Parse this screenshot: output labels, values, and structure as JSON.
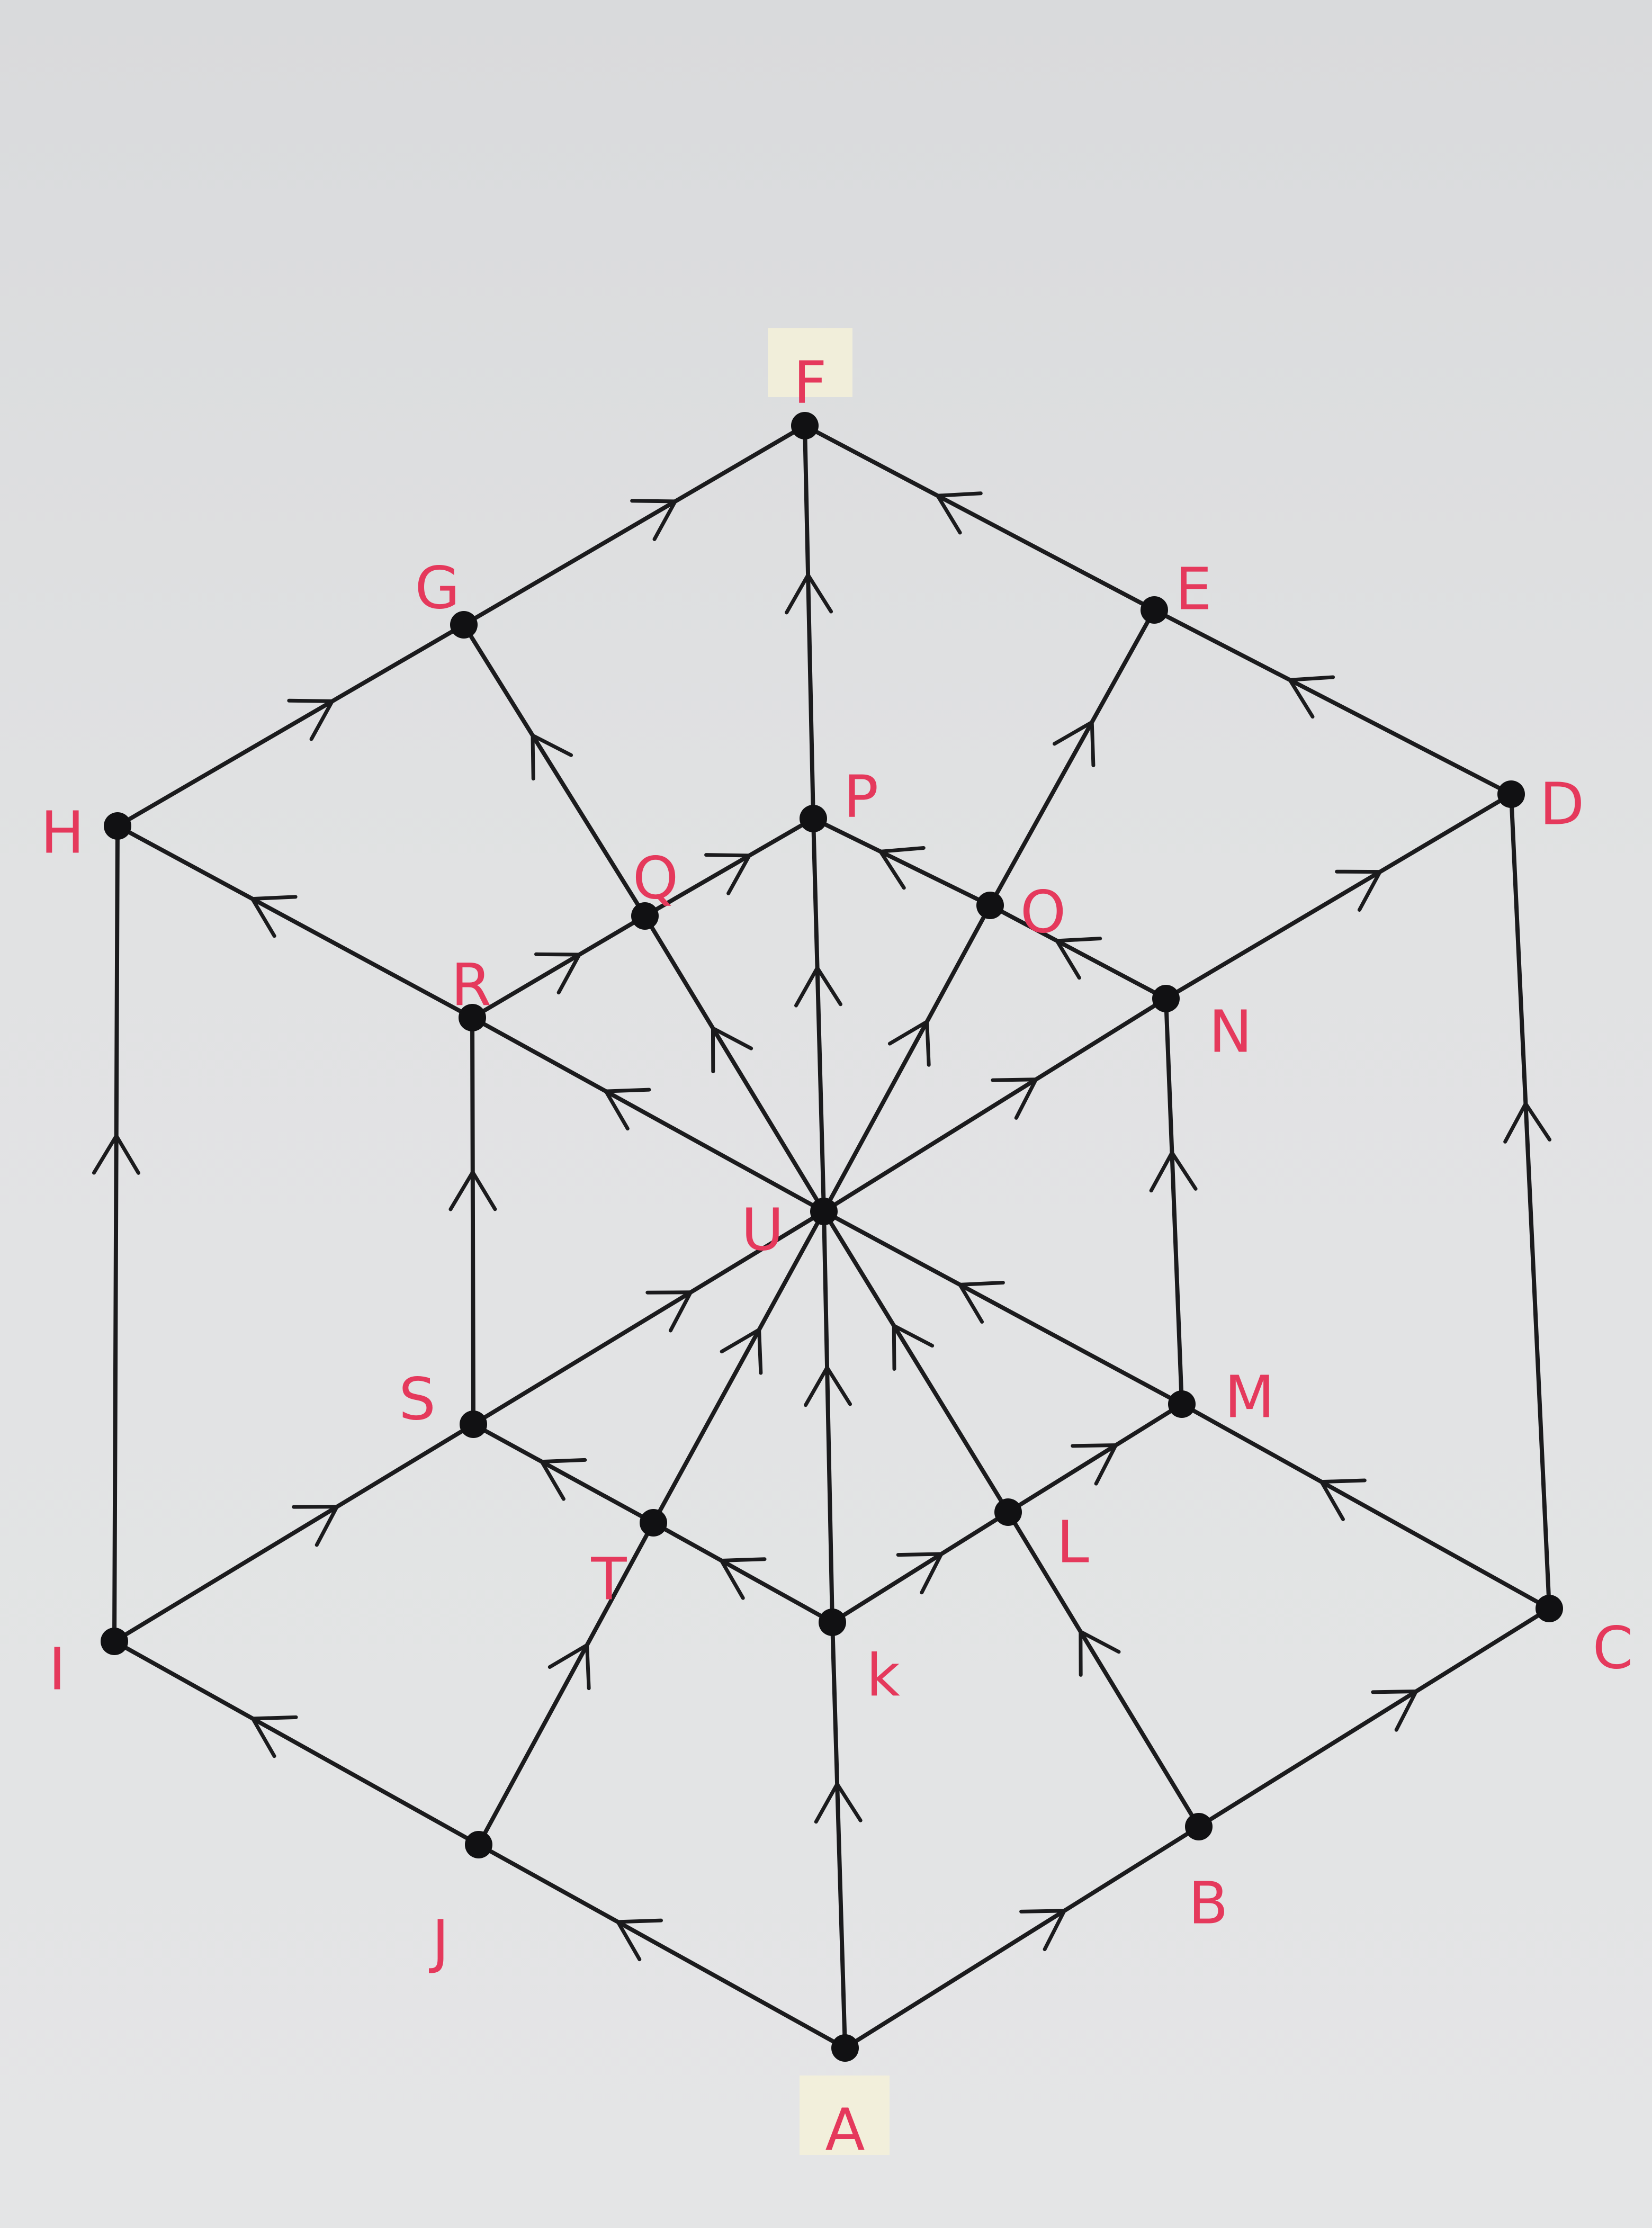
{
  "diagram": {
    "nodes": [
      {
        "id": "A",
        "label": "A"
      },
      {
        "id": "B",
        "label": "B"
      },
      {
        "id": "C",
        "label": "C"
      },
      {
        "id": "D",
        "label": "D"
      },
      {
        "id": "E",
        "label": "E"
      },
      {
        "id": "F",
        "label": "F"
      },
      {
        "id": "G",
        "label": "G"
      },
      {
        "id": "H",
        "label": "H"
      },
      {
        "id": "I",
        "label": "I"
      },
      {
        "id": "J",
        "label": "J"
      },
      {
        "id": "K",
        "label": "k"
      },
      {
        "id": "L",
        "label": "L"
      },
      {
        "id": "M",
        "label": "M"
      },
      {
        "id": "N",
        "label": "N"
      },
      {
        "id": "O",
        "label": "O"
      },
      {
        "id": "P",
        "label": "P"
      },
      {
        "id": "Q",
        "label": "Q"
      },
      {
        "id": "R",
        "label": "R"
      },
      {
        "id": "S",
        "label": "S"
      },
      {
        "id": "T",
        "label": "T"
      },
      {
        "id": "U",
        "label": "U"
      }
    ],
    "edges": [
      {
        "from": "A",
        "to": "B"
      },
      {
        "from": "B",
        "to": "C"
      },
      {
        "from": "C",
        "to": "D"
      },
      {
        "from": "D",
        "to": "E"
      },
      {
        "from": "E",
        "to": "F"
      },
      {
        "from": "G",
        "to": "F"
      },
      {
        "from": "H",
        "to": "G"
      },
      {
        "from": "I",
        "to": "H"
      },
      {
        "from": "J",
        "to": "I"
      },
      {
        "from": "A",
        "to": "J"
      },
      {
        "from": "A",
        "to": "K"
      },
      {
        "from": "B",
        "to": "L"
      },
      {
        "from": "C",
        "to": "M"
      },
      {
        "from": "N",
        "to": "D"
      },
      {
        "from": "O",
        "to": "E"
      },
      {
        "from": "P",
        "to": "F"
      },
      {
        "from": "Q",
        "to": "G"
      },
      {
        "from": "R",
        "to": "H"
      },
      {
        "from": "I",
        "to": "S"
      },
      {
        "from": "J",
        "to": "T"
      },
      {
        "from": "K",
        "to": "L"
      },
      {
        "from": "L",
        "to": "M"
      },
      {
        "from": "M",
        "to": "N"
      },
      {
        "from": "N",
        "to": "O"
      },
      {
        "from": "O",
        "to": "P"
      },
      {
        "from": "Q",
        "to": "P"
      },
      {
        "from": "R",
        "to": "Q"
      },
      {
        "from": "S",
        "to": "R"
      },
      {
        "from": "T",
        "to": "S"
      },
      {
        "from": "K",
        "to": "T"
      },
      {
        "from": "K",
        "to": "U"
      },
      {
        "from": "L",
        "to": "U"
      },
      {
        "from": "M",
        "to": "U"
      },
      {
        "from": "U",
        "to": "N"
      },
      {
        "from": "U",
        "to": "O"
      },
      {
        "from": "U",
        "to": "P"
      },
      {
        "from": "U",
        "to": "Q"
      },
      {
        "from": "U",
        "to": "R"
      },
      {
        "from": "S",
        "to": "U"
      },
      {
        "from": "T",
        "to": "U"
      }
    ]
  },
  "colors": {
    "edge": "#1b1b1d",
    "node": "#111113",
    "label": "#e5395c",
    "paper": "#e1e2e3"
  }
}
